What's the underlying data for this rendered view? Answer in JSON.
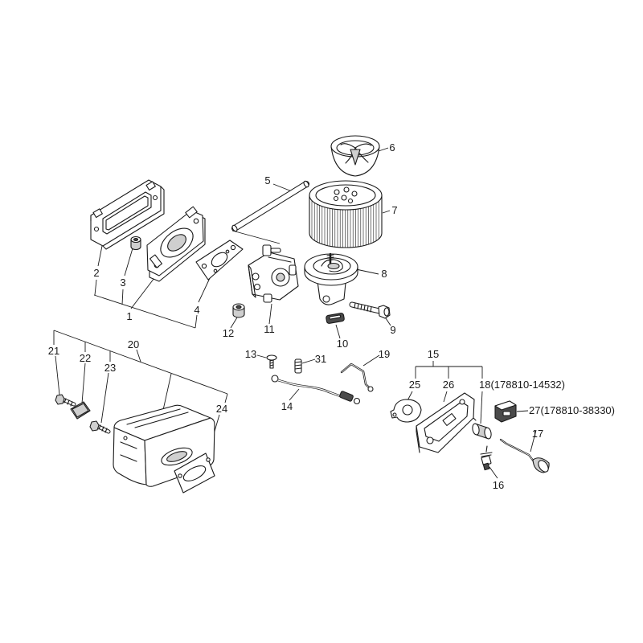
{
  "diagram": {
    "background": "#ffffff",
    "line_color": "#1a1a1a"
  },
  "callouts": {
    "c1": "1",
    "c2": "2",
    "c3": "3",
    "c4": "4",
    "c5": "5",
    "c6": "6",
    "c7": "7",
    "c8": "8",
    "c9": "9",
    "c10": "10",
    "c11": "11",
    "c12": "12",
    "c13": "13",
    "c14": "14",
    "c15": "15",
    "c16": "16",
    "c17": "17",
    "c18": "18(178810-14532)",
    "c19": "19",
    "c20": "20",
    "c21": "21",
    "c22": "22",
    "c23": "23",
    "c24": "24",
    "c25": "25",
    "c26": "26",
    "c27": "27(178810-38330)",
    "c31": "31"
  }
}
